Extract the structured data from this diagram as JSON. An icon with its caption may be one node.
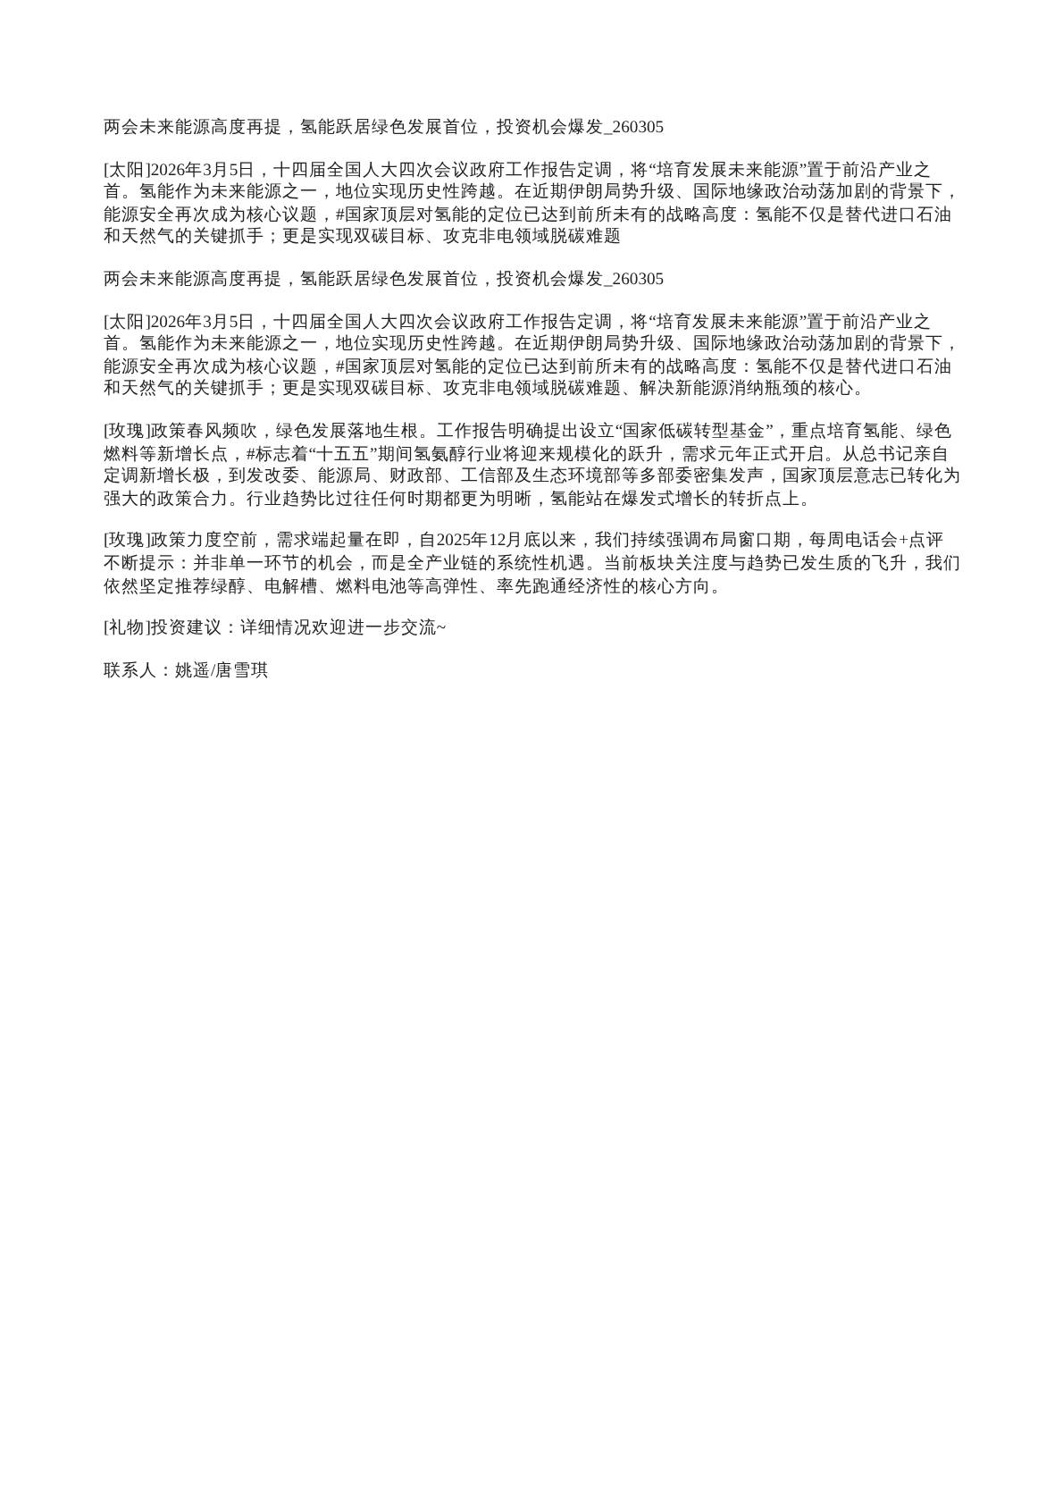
{
  "diagram": {
    "labels": [
      "两会未来能源高度再提，氢能跃居绿色发展首位，投资机会爆发_260305",
      "[太阳]2026年3月5日，十四届全国人大四次会议政府工作报告定调，将“培育发展未来能源”置于前沿产业之首。氢能作为未来能源之一，地位实现历史性跨越。在近期伊朗局势升级、国际地缘政治动荡加剧的背景下，能源安全再次成为核心议题，#国家顶层对氢能的定位已达到前所未有的战略高度：氢能不仅是替代进口石油和天然气的关键抓手；更是实现双碳目标、攻克非电领域脱碳难题",
      "两会未来能源高度再提，氢能跃居绿色发展首位，投资机会爆发_260305",
      "[太阳]2026年3月5日，十四届全国人大四次会议政府工作报告定调，将“培育发展未来能源”置于前沿产业之首。氢能作为未来能源之一，地位实现历史性跨越。在近期伊朗局势升级、国际地缘政治动荡加剧的背景下，能源安全再次成为核心议题，#国家顶层对氢能的定位已达到前所未有的战略高度：氢能不仅是替代进口石油和天然气的关键抓手；更是实现双碳目标、攻克非电领域脱碳难题、解决新能源消纳瓶颈的核心。",
      "[玫瑰]政策春风频吹，绿色发展落地生根。工作报告明确提出设立“国家低碳转型基金”，重点培育氢能、绿色燃料等新增长点，#标志着“十五五”期间氢氨醇行业将迎来规模化的跃升，需求元年正式开启。从总书记亲自定调新增长极，到发改委、能源局、财政部、工信部及生态环境部等多部委密集发声，国家顶层意志已转化为强大的政策合力。行业趋势比过往任何时期都更为明晰，氢能站在爆发式增长的转折点上。",
      "[玫瑰]政策力度空前，需求端起量在即，自2025年12月底以来，我们持续强调布局窗口期，每周电话会+点评不断提示：并非单一环节的机会，而是全产业链的系统性机遇。当前板块关注度与趋势已发生质的飞升，我们依然坚定推荐绿醇、电解槽、燃料电池等高弹性、率先跑通经济性的核心方向。",
      "[礼物]投资建议：详细情况欢迎进一步交流~",
      "联系人：姚遥/唐雪琪"
    ]
  }
}
